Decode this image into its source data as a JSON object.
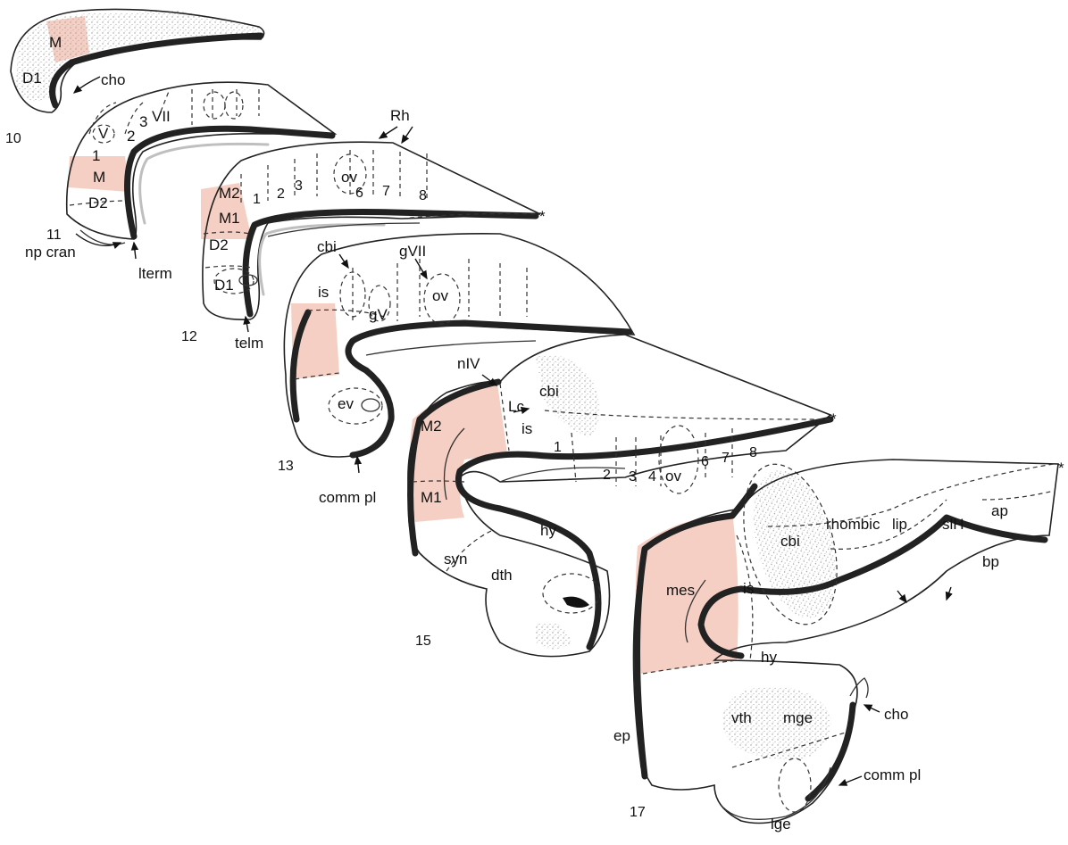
{
  "labels": {
    "D1_a": "D1",
    "M_a": "M",
    "cho_a": "cho",
    "stage10": "10",
    "V": "V",
    "n2_a": "2",
    "n3_a": "3",
    "VII": "VII",
    "n1_a": "1",
    "M_b": "M",
    "D2_b": "D2",
    "stage11": "11",
    "np_cran": "np cran",
    "lterm": "lterm",
    "Rh": "Rh",
    "M2_c": "M2",
    "M1_c": "M1",
    "n1_c": "1",
    "n2_c": "2",
    "n3_c": "3",
    "ov_c": "ov",
    "n6_c": "6",
    "n7_c": "7",
    "n8_c": "8",
    "D2_c": "D2",
    "D1_c": "D1",
    "stage12": "12",
    "telm": "telm",
    "cbi_d": "cbi",
    "gVII": "gVII",
    "is_d": "is",
    "gV": "gV",
    "ov_d": "ov",
    "ev": "ev",
    "stage13": "13",
    "comm_pl_d": "comm pl",
    "nIV": "nIV",
    "cbi_e": "cbi",
    "Lc": "Lc",
    "is_e": "is",
    "n1_e": "1",
    "M2_e": "M2",
    "M1_e": "M1",
    "n2_e": "2",
    "n3_e": "3",
    "n4_e": "4",
    "ov_e": "ov",
    "n6_e": "6",
    "n7_e": "7",
    "n8_e": "8",
    "hy_e": "hy",
    "syn": "syn",
    "dth": "dth",
    "stage15": "15",
    "rhombic": "rhombic",
    "lip": "lip",
    "slH": "slH",
    "ap": "ap",
    "bp": "bp",
    "mes": "mes",
    "is_f": "is",
    "cbi_f": "cbi",
    "hy_f": "hy",
    "vth": "vth",
    "mge": "mge",
    "cho_f": "cho",
    "ep": "ep",
    "comm_pl_f": "comm pl",
    "lge": "lge",
    "stage17": "17",
    "star1": "*",
    "star2": "*",
    "star3": "*"
  },
  "colors": {
    "pink": "#f5cfc4",
    "ink": "#222222",
    "stipple": "#9a9a9a"
  }
}
